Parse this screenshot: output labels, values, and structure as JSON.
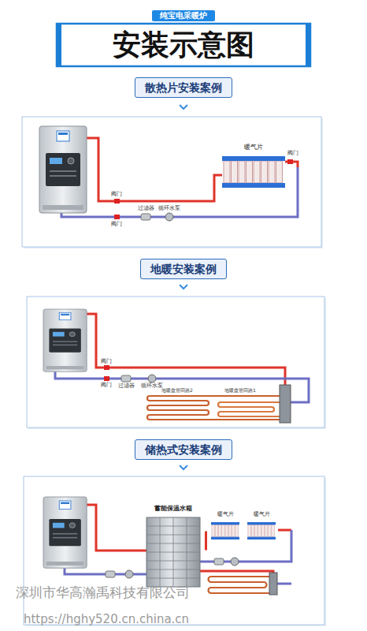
{
  "diagram": {
    "title": "安装示意图",
    "nodes": [
      {
        "text": [
          "纯宝电采暖炉"
        ]
      },
      {
        "text": [
          "散热片安装案例"
        ]
      },
      {
        "text": [
          "暖气片"
        ]
      },
      {
        "text": [
          "地暖安装案例"
        ]
      },
      {
        "text": [
          "储热式安装案例"
        ]
      },
      {
        "text": [
          "蓄能保温水箱"
        ]
      },
      {
        "text": [
          "暖气片"
        ]
      },
      {
        "text": [
          "暖气片"
        ]
      }
    ],
    "edges": [
      {
        "from": 5,
        "to": 6,
        "arrow": "none"
      },
      {
        "from": 6,
        "to": 7,
        "arrow": "none"
      }
    ],
    "labels": [
      "阀门",
      "阀门",
      "阀门",
      "过滤器",
      "循环水泵",
      "阀门",
      "阀门",
      "过滤器",
      "循环水泵",
      "地暖盘管回路2",
      "地暖盘管回路1",
      "深圳市华高瀚禹科技有限公司",
      "https://hghy520.cn.china.cn"
    ]
  }
}
